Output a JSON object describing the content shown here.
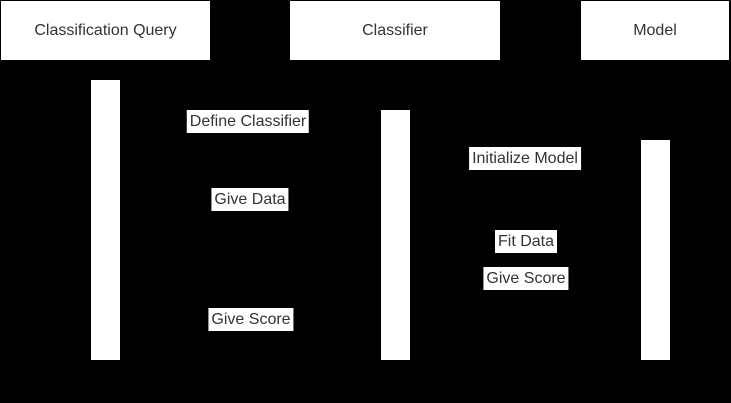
{
  "diagram": {
    "type": "sequence-diagram",
    "colors": {
      "background": "#000000",
      "shape_fill": "#ffffff",
      "text": "#333333"
    },
    "participants": [
      {
        "label": "Classification Query"
      },
      {
        "label": "Classifier"
      },
      {
        "label": "Model"
      }
    ],
    "messages": [
      {
        "label": "Define Classifier"
      },
      {
        "label": "Initialize Model"
      },
      {
        "label": "Give Data"
      },
      {
        "label": "Fit Data"
      },
      {
        "label": "Give Score"
      },
      {
        "label": "Give Score"
      }
    ]
  }
}
